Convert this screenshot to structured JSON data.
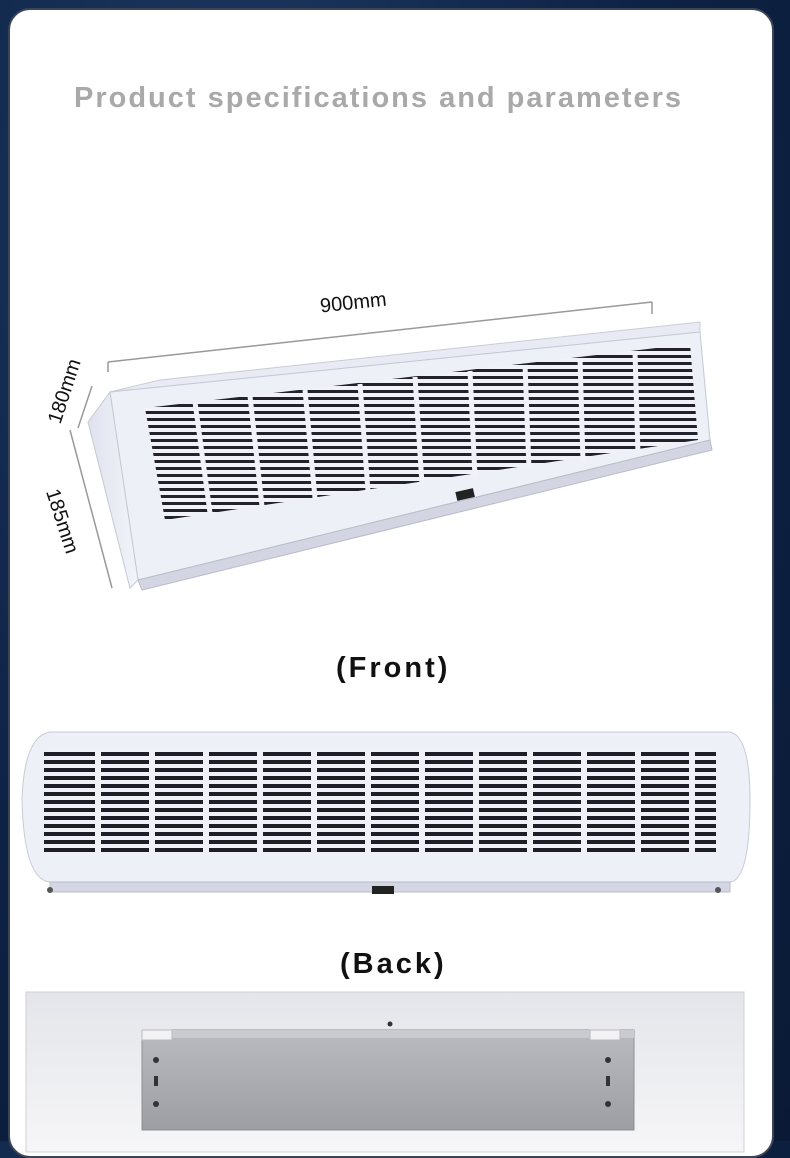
{
  "title": "Product specifications and parameters",
  "dimensions": {
    "length": "900mm",
    "depth": "180mm",
    "height": "185mm"
  },
  "views": {
    "front_label": "(Front)",
    "back_label": "(Back)"
  },
  "colors": {
    "background": "#0e2244",
    "card": "#ffffff",
    "unit_body": "#eef0f7",
    "grille": "#1e1e28",
    "mount_plate": "#a9abb0"
  },
  "icons": {
    "unit": "air-curtain-unit-photo"
  }
}
